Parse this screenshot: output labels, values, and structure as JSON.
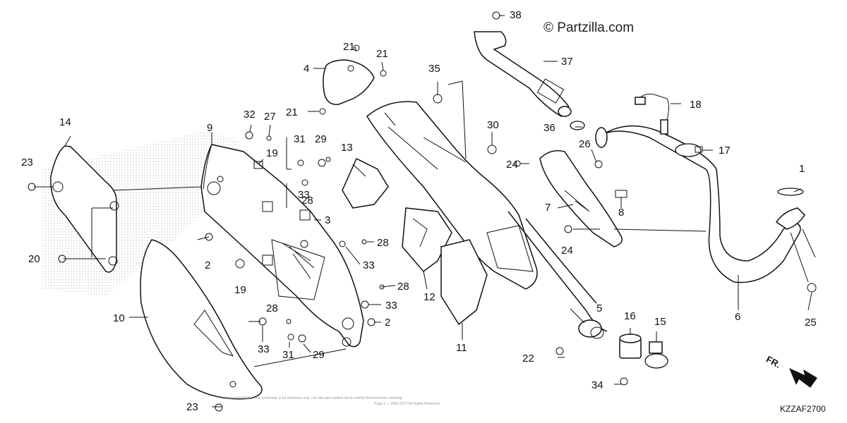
{
  "watermark": "© Partzilla.com",
  "diagram_code": "KZZAF2700",
  "direction_indicator": "FR.",
  "fine_print": [
    "Copyright 2018 — this schematic is for reference only. Use the part number list to confirm fitment before ordering.",
    "Page 1 — 2000-2017 All Rights Reserved"
  ],
  "callouts": [
    {
      "id": "c1",
      "label": "1"
    },
    {
      "id": "c2a",
      "label": "2"
    },
    {
      "id": "c2b",
      "label": "2"
    },
    {
      "id": "c3",
      "label": "3"
    },
    {
      "id": "c4",
      "label": "4"
    },
    {
      "id": "c5",
      "label": "5"
    },
    {
      "id": "c6",
      "label": "6"
    },
    {
      "id": "c7",
      "label": "7"
    },
    {
      "id": "c8",
      "label": "8"
    },
    {
      "id": "c9",
      "label": "9"
    },
    {
      "id": "c10",
      "label": "10"
    },
    {
      "id": "c11",
      "label": "11"
    },
    {
      "id": "c12",
      "label": "12"
    },
    {
      "id": "c13",
      "label": "13"
    },
    {
      "id": "c14",
      "label": "14"
    },
    {
      "id": "c15",
      "label": "15"
    },
    {
      "id": "c16",
      "label": "16"
    },
    {
      "id": "c17",
      "label": "17"
    },
    {
      "id": "c18",
      "label": "18"
    },
    {
      "id": "c19a",
      "label": "19"
    },
    {
      "id": "c19b",
      "label": "19"
    },
    {
      "id": "c20",
      "label": "20"
    },
    {
      "id": "c21a",
      "label": "21"
    },
    {
      "id": "c21b",
      "label": "21"
    },
    {
      "id": "c21c",
      "label": "21"
    },
    {
      "id": "c22",
      "label": "22"
    },
    {
      "id": "c23a",
      "label": "23"
    },
    {
      "id": "c23b",
      "label": "23"
    },
    {
      "id": "c24a",
      "label": "24"
    },
    {
      "id": "c24b",
      "label": "24"
    },
    {
      "id": "c25",
      "label": "25"
    },
    {
      "id": "c26",
      "label": "26"
    },
    {
      "id": "c27",
      "label": "27"
    },
    {
      "id": "c28a",
      "label": "28"
    },
    {
      "id": "c28b",
      "label": "28"
    },
    {
      "id": "c28c",
      "label": "28"
    },
    {
      "id": "c28d",
      "label": "28"
    },
    {
      "id": "c29a",
      "label": "29"
    },
    {
      "id": "c29b",
      "label": "29"
    },
    {
      "id": "c30",
      "label": "30"
    },
    {
      "id": "c31a",
      "label": "31"
    },
    {
      "id": "c31b",
      "label": "31"
    },
    {
      "id": "c32",
      "label": "32"
    },
    {
      "id": "c33a",
      "label": "33"
    },
    {
      "id": "c33b",
      "label": "33"
    },
    {
      "id": "c33c",
      "label": "33"
    },
    {
      "id": "c34",
      "label": "34"
    },
    {
      "id": "c35",
      "label": "35"
    },
    {
      "id": "c36",
      "label": "36"
    },
    {
      "id": "c37",
      "label": "37"
    },
    {
      "id": "c38",
      "label": "38"
    }
  ]
}
